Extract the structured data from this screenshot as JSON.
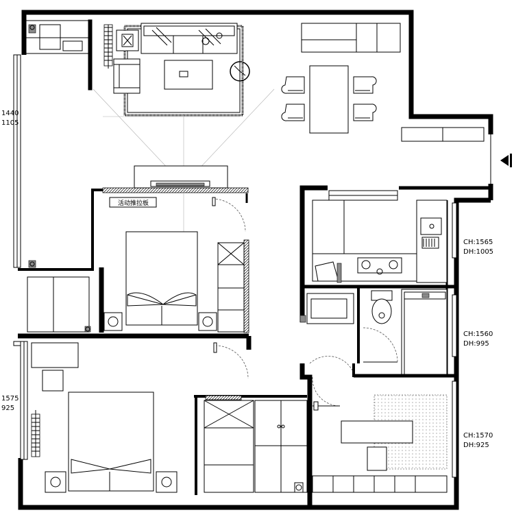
{
  "labels": {
    "balcony_top": {
      "line1": "1440",
      "line2": "1105"
    },
    "balcony_bottom": {
      "line1": "1575",
      "line2": "925"
    },
    "window_kitchen": {
      "ch": "CH:1565",
      "dh": "DH:1005"
    },
    "window_bath": {
      "ch": "CH:1560",
      "dh": "DH:995"
    },
    "window_study": {
      "ch": "CH:1570",
      "dh": "DH:925"
    },
    "sliding_door": "活动推拉板"
  },
  "icons": {
    "entrance": "entrance-arrow-icon",
    "radiator": "radiator-icon",
    "clock": "wall-clock-icon"
  },
  "colors": {
    "wall": "#000000",
    "background": "#ffffff",
    "fill": "#8a8a8a"
  }
}
